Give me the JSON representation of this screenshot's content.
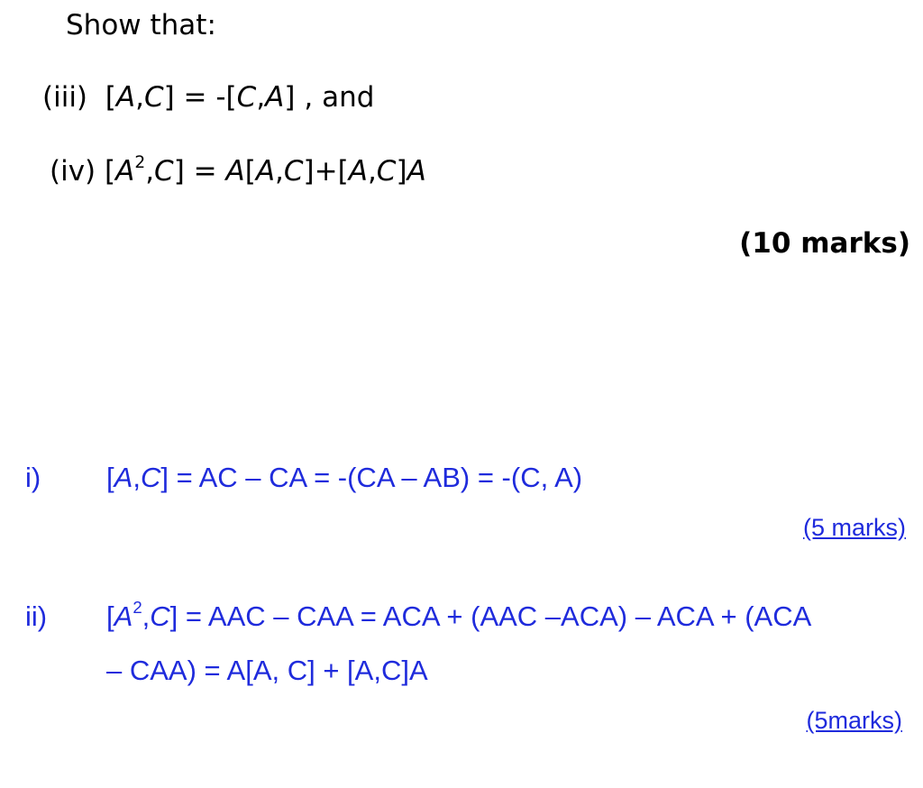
{
  "question": {
    "intro": "Show that:",
    "part_iii_label": "(iii)",
    "part_iv_label": "(iv)",
    "and_text": ", and",
    "marks": "(10 marks)"
  },
  "answer": {
    "part_i_label": "i)",
    "part_i_rest": "= AC – CA = -(CA – AB) = -(C, A)",
    "part_i_marks": "(5 marks)",
    "part_ii_label": "ii)",
    "part_ii_line1_rest": "= AAC – CAA = ACA + (AAC –ACA) – ACA + (ACA",
    "part_ii_line2": "– CAA) = A[A, C] +  [A,C]A",
    "part_ii_marks": "(5marks)"
  }
}
